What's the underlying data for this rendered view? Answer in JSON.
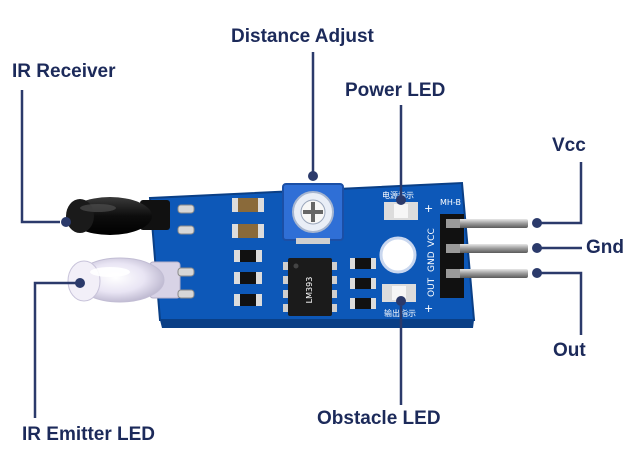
{
  "labels": {
    "ir_receiver": "IR Receiver",
    "distance_adjust": "Distance Adjust",
    "power_led": "Power LED",
    "vcc": "Vcc",
    "gnd": "Gnd",
    "out": "Out",
    "obstacle_led": "Obstacle LED",
    "ir_emitter_led": "IR Emitter LED"
  },
  "board": {
    "model": "MH-B",
    "pin_labels": [
      "VCC",
      "GND",
      "OUT"
    ],
    "chip_text": "LM393",
    "power_led_text": "电源指示",
    "output_led_text": "输出指示",
    "plus_sign": "+"
  },
  "colors": {
    "callout_line": "#2b3a6b",
    "pcb": "#0d58b8",
    "pcb_edge": "#0a3f86",
    "pot": "#2f6fd6",
    "label_text": "#1c2a5a"
  }
}
